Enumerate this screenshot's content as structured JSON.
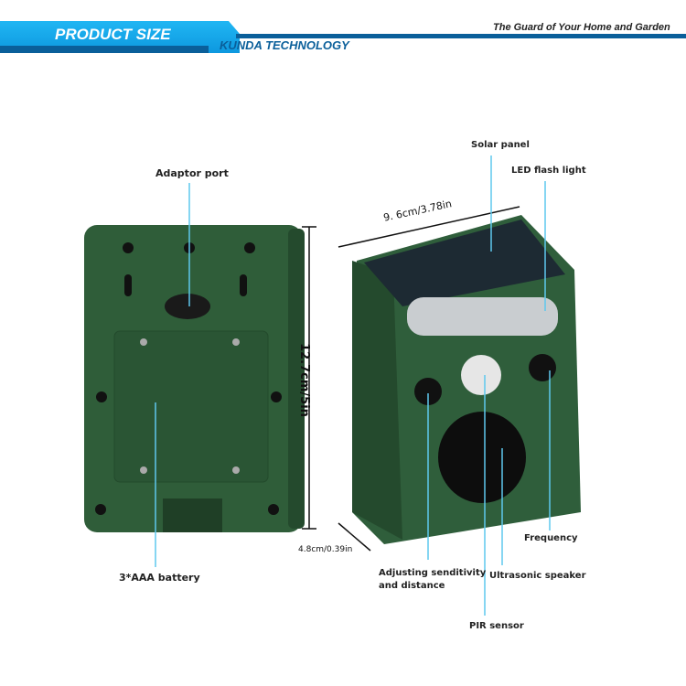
{
  "header": {
    "title": "PRODUCT SIZE",
    "company": "KUNDA TECHNOLOGY",
    "tagline": "The Guard of Your Home and Garden"
  },
  "labels": {
    "adaptor_port": "Adaptor port",
    "battery": "3*AAA battery",
    "solar_panel": "Solar panel",
    "led_flash": "LED flash light",
    "frequency": "Frequency",
    "adjusting_line1": "Adjusting senditivity",
    "adjusting_line2": "and distance",
    "ultrasonic_speaker": "Ultrasonic speaker",
    "pir_sensor": "PIR sensor"
  },
  "dimensions": {
    "width": "9. 6cm/3.78in",
    "height": "12.7cm/5in",
    "depth": "4.8cm/0.39in"
  },
  "colors": {
    "header_blue": "#20b6f3",
    "header_dark": "#0a5f9a",
    "device_green": "#2e5e3a",
    "callout_line": "#5fc8ee"
  }
}
